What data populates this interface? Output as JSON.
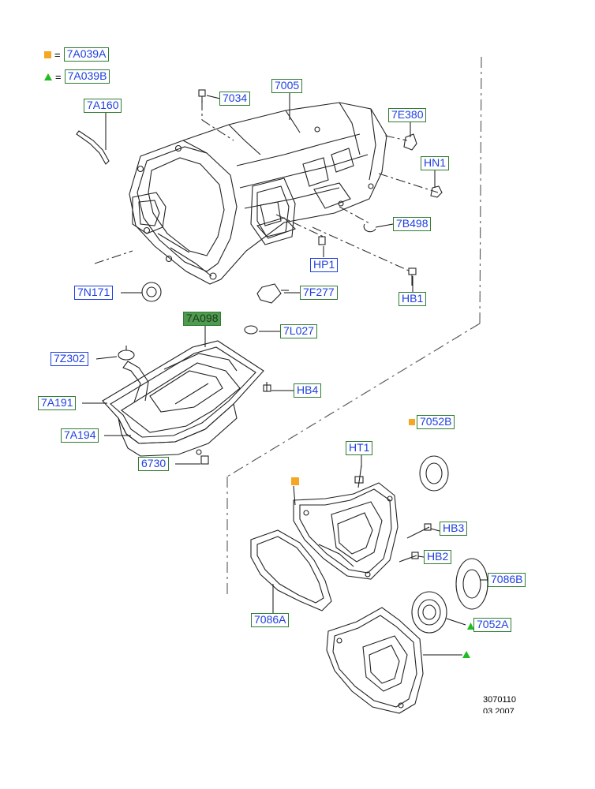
{
  "legend": [
    {
      "marker": "orange-square",
      "eq": "=",
      "code": "7A039A"
    },
    {
      "marker": "green-triangle",
      "eq": "=",
      "code": "7A039B"
    }
  ],
  "labels": {
    "p7A160": "7A160",
    "p7034": "7034",
    "p7005": "7005",
    "p7E380": "7E380",
    "HN1": "HN1",
    "p7B498": "7B498",
    "HP1": "HP1",
    "HB1": "HB1",
    "p7N171": "7N171",
    "p7F277": "7F277",
    "p7A098": "7A098",
    "p7L027": "7L027",
    "p7Z302": "7Z302",
    "HB4": "HB4",
    "p7A191": "7A191",
    "p7A194": "7A194",
    "p6730": "6730",
    "p7052B": "7052B",
    "HT1": "HT1",
    "HB3": "HB3",
    "HB2": "HB2",
    "p7086B": "7086B",
    "p7086A": "7086A",
    "p7052A": "7052A"
  },
  "reference": "3070110",
  "reference_sub": "03 2007",
  "colors": {
    "label_text": "#1f3fe0",
    "label_border": "#2e7d32",
    "orange": "#f5a623",
    "green": "#22bb22"
  }
}
